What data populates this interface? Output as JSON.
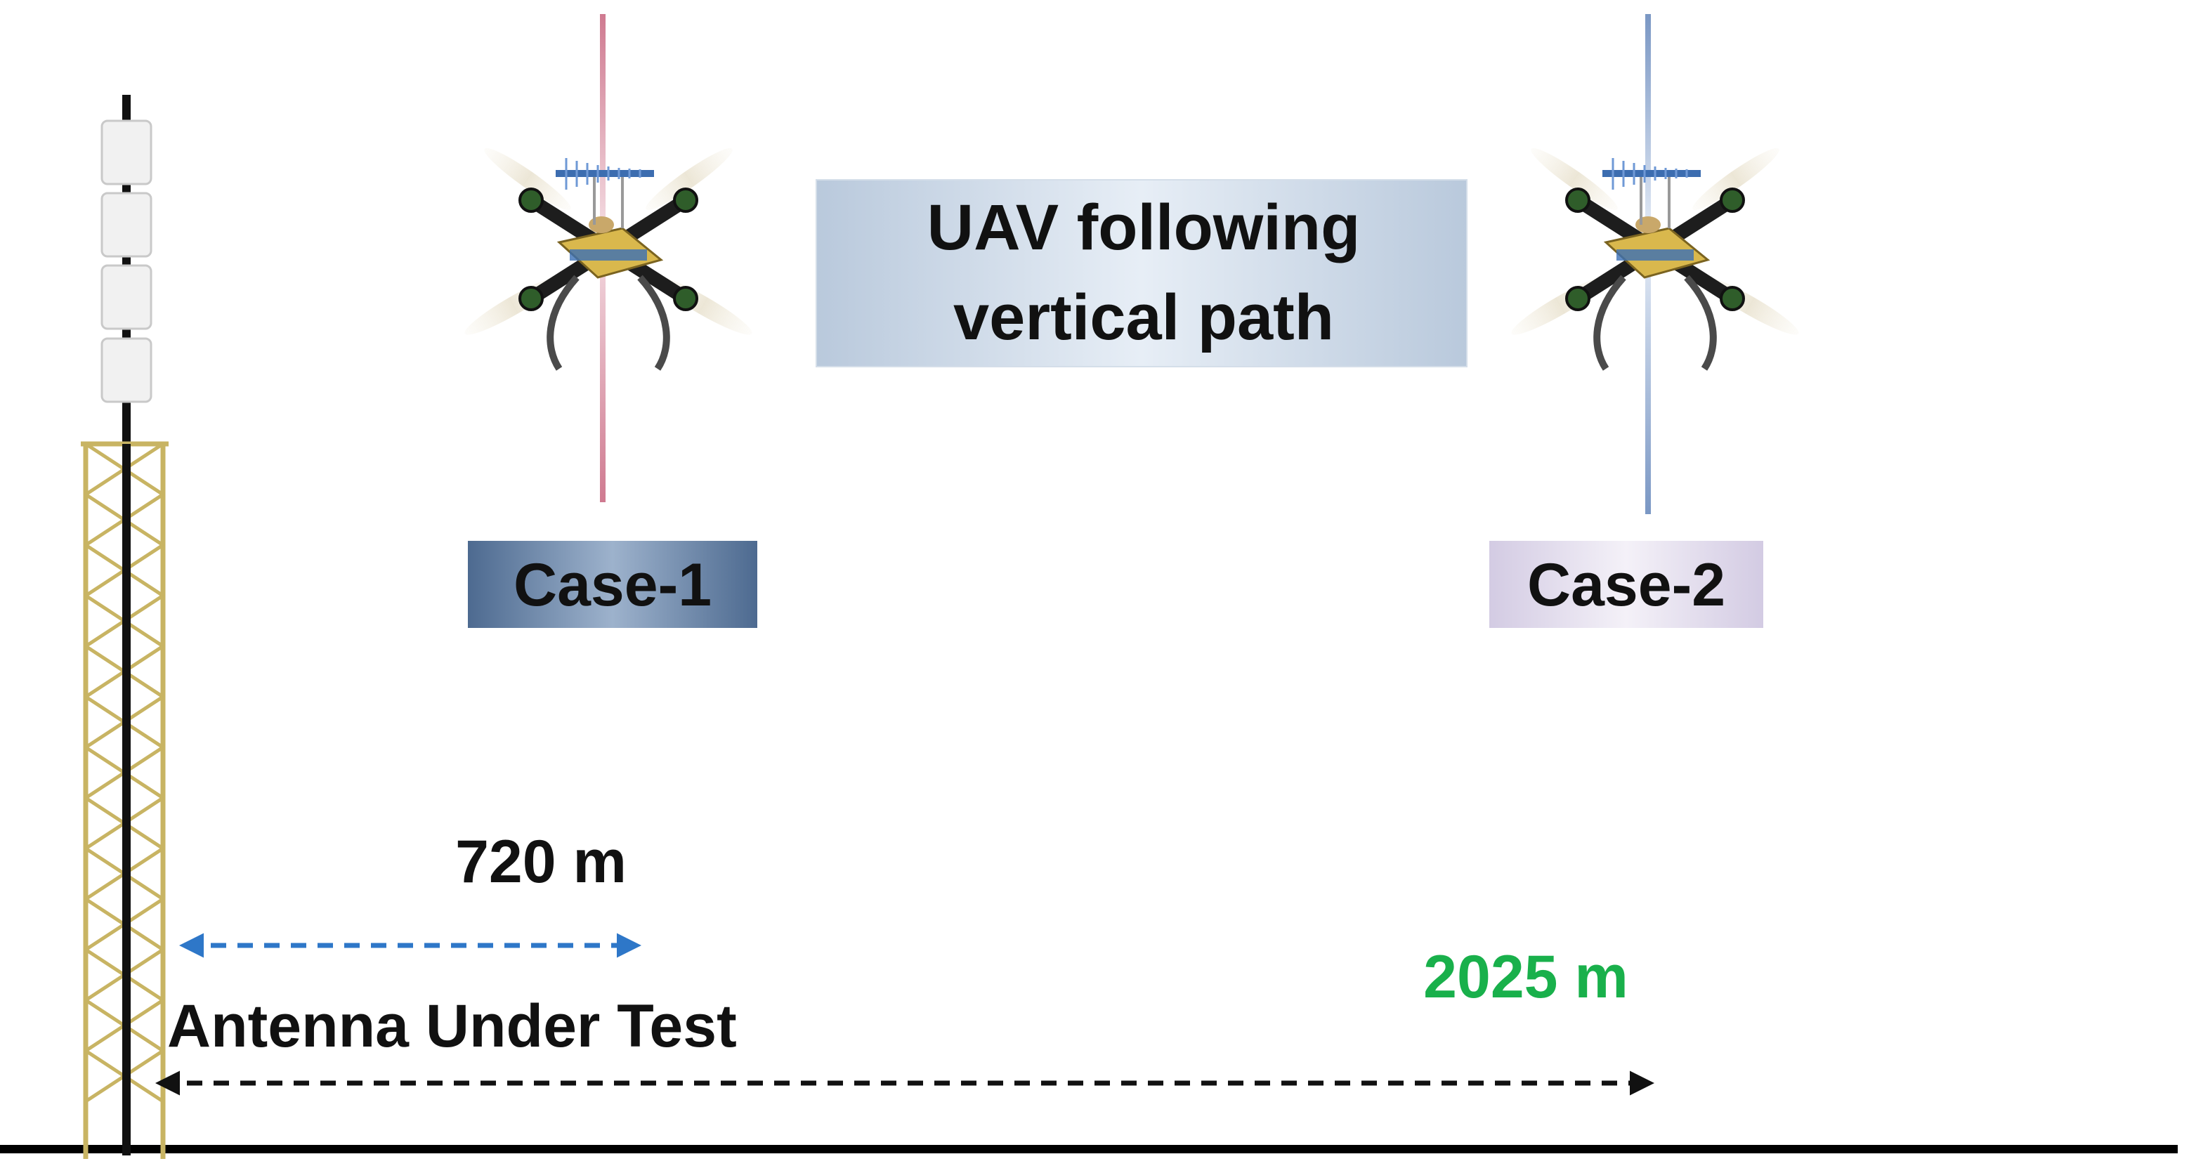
{
  "title_box": {
    "line1": "UAV following",
    "line2": "vertical path"
  },
  "cases": [
    {
      "label": "Case-1",
      "path_color": "#d98ea0"
    },
    {
      "label": "Case-2",
      "path_color": "#8fa9cf"
    }
  ],
  "distances": {
    "short": {
      "label": "720 m",
      "color": "#111111",
      "arrow_color": "#2e77c8"
    },
    "long": {
      "label": "2025 m",
      "color": "#19b04b",
      "arrow_color": "#111111"
    }
  },
  "tower_label": "Antenna Under Test",
  "colors": {
    "case1_badge": "#5d7799",
    "case2_badge": "#ddd6ea",
    "title_box": "#c7d4e3",
    "tower_lattice": "#c8b463",
    "ground": "#000000"
  },
  "icons": {
    "uav": "quadcopter-icon",
    "tower": "cell-tower-icon"
  }
}
